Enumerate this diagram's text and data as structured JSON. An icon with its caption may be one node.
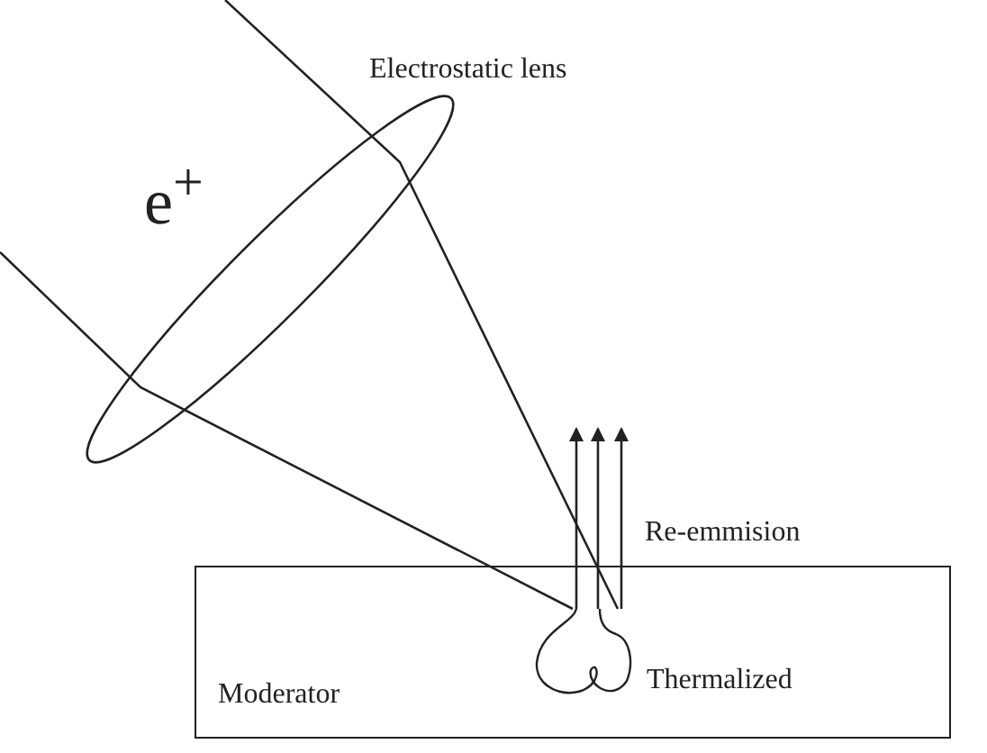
{
  "diagram": {
    "nodes": [
      {
        "text": [
          "Moderator",
          "Thermalized"
        ]
      }
    ],
    "labels": [
      "Electrostatic lens",
      "e$^{+}$",
      "Re-emmision"
    ]
  }
}
